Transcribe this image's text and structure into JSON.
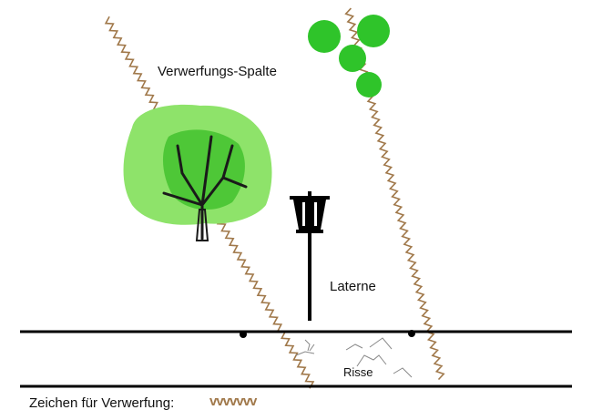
{
  "labels": {
    "fault_gap": "Verwerfungs-Spalte",
    "lantern": "Laterne",
    "cracks": "Risse",
    "legend_label": "Zeichen für Verwerfung:",
    "legend_symbol": "vvvvvvv"
  },
  "colors": {
    "fault": "#a0784a",
    "tree_light": "#8ee36a",
    "tree_dark": "#3fbf2a",
    "bush": "#2fc42a",
    "trunk": "#1a1a1a",
    "road": "#000000",
    "cracks": "#888888"
  }
}
